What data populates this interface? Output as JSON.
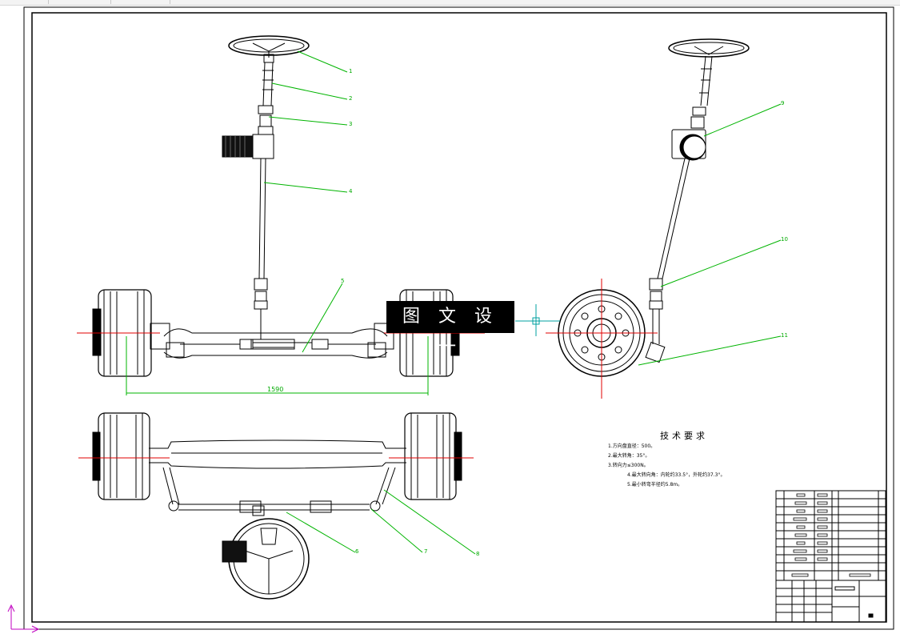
{
  "watermark": "图 文 设 计",
  "dimension": "1590",
  "callouts": [
    "1",
    "2",
    "3",
    "4",
    "5",
    "6",
    "7",
    "8",
    "9",
    "10",
    "11"
  ],
  "tech_requirements": {
    "title": "技术要求",
    "lines": [
      "1.方向盘直径：500。",
      "2.最大转角：35°。",
      "3.转向力≤300N。",
      "4.最大转向角：内轮约33.5°，外轮约37.3°。",
      "5.最小转弯半径约5.8m。"
    ]
  },
  "colors": {
    "line": "#000000",
    "leader": "#00b400",
    "center": "#e00000",
    "ucs": "#c000c0",
    "cursor": "#00a0a0"
  }
}
